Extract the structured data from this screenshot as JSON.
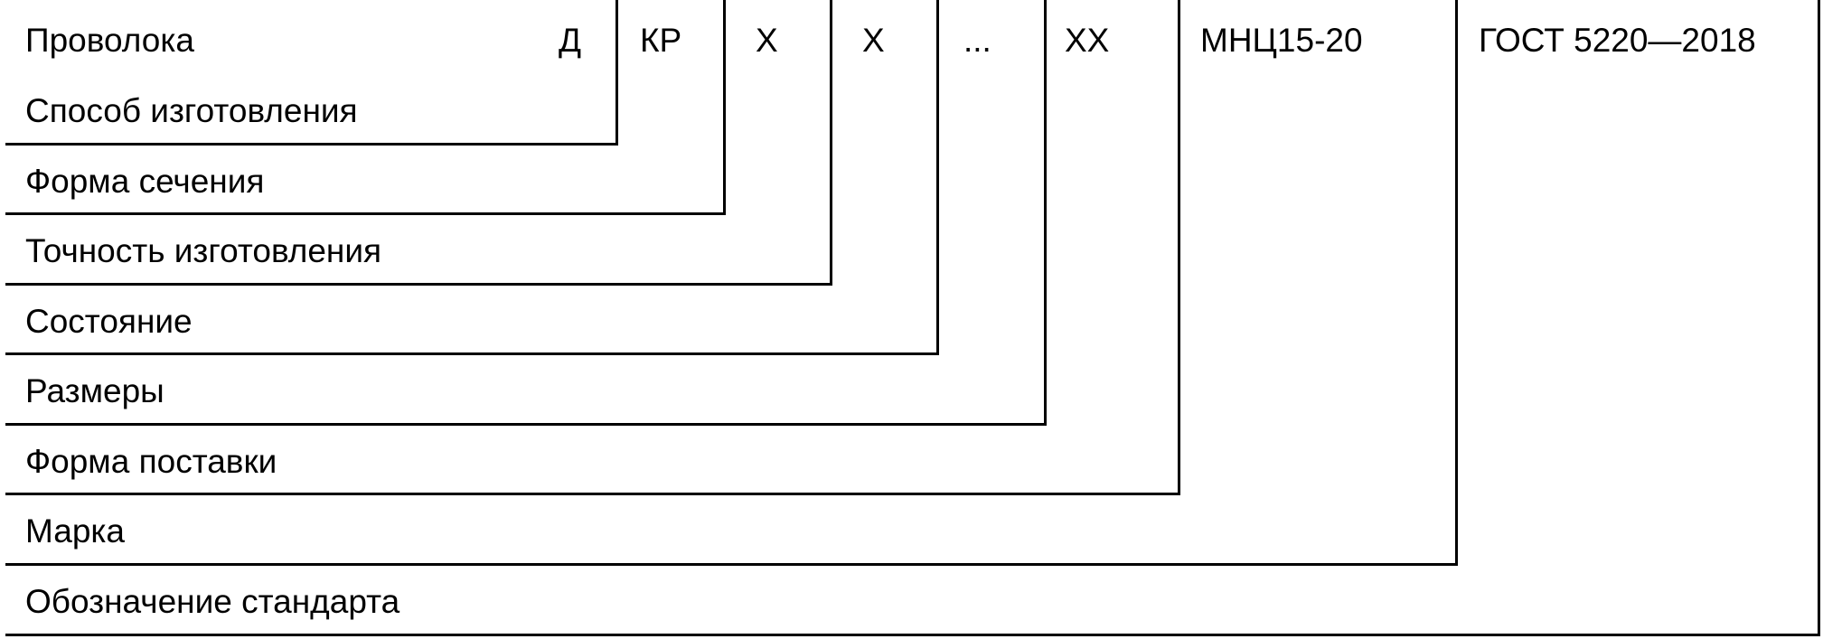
{
  "header": {
    "word": "Проволока",
    "codes": [
      {
        "id": "d",
        "text": "Д"
      },
      {
        "id": "kr",
        "text": "КР"
      },
      {
        "id": "x1",
        "text": "Х"
      },
      {
        "id": "x2",
        "text": "Х"
      },
      {
        "id": "dots",
        "text": "..."
      },
      {
        "id": "xx",
        "text": "ХХ"
      },
      {
        "id": "grade",
        "text": "МНЦ15-20"
      },
      {
        "id": "std",
        "text": "ГОСТ 5220—2018"
      }
    ]
  },
  "rows": [
    {
      "id": "method",
      "label": "Способ изготовления"
    },
    {
      "id": "section",
      "label": "Форма сечения"
    },
    {
      "id": "accuracy",
      "label": "Точность изготовления"
    },
    {
      "id": "state",
      "label": "Состояние"
    },
    {
      "id": "sizes",
      "label": "Размеры"
    },
    {
      "id": "supply",
      "label": "Форма поставки"
    },
    {
      "id": "grade",
      "label": "Марка"
    },
    {
      "id": "standard",
      "label": "Обозначение стандарта"
    }
  ]
}
